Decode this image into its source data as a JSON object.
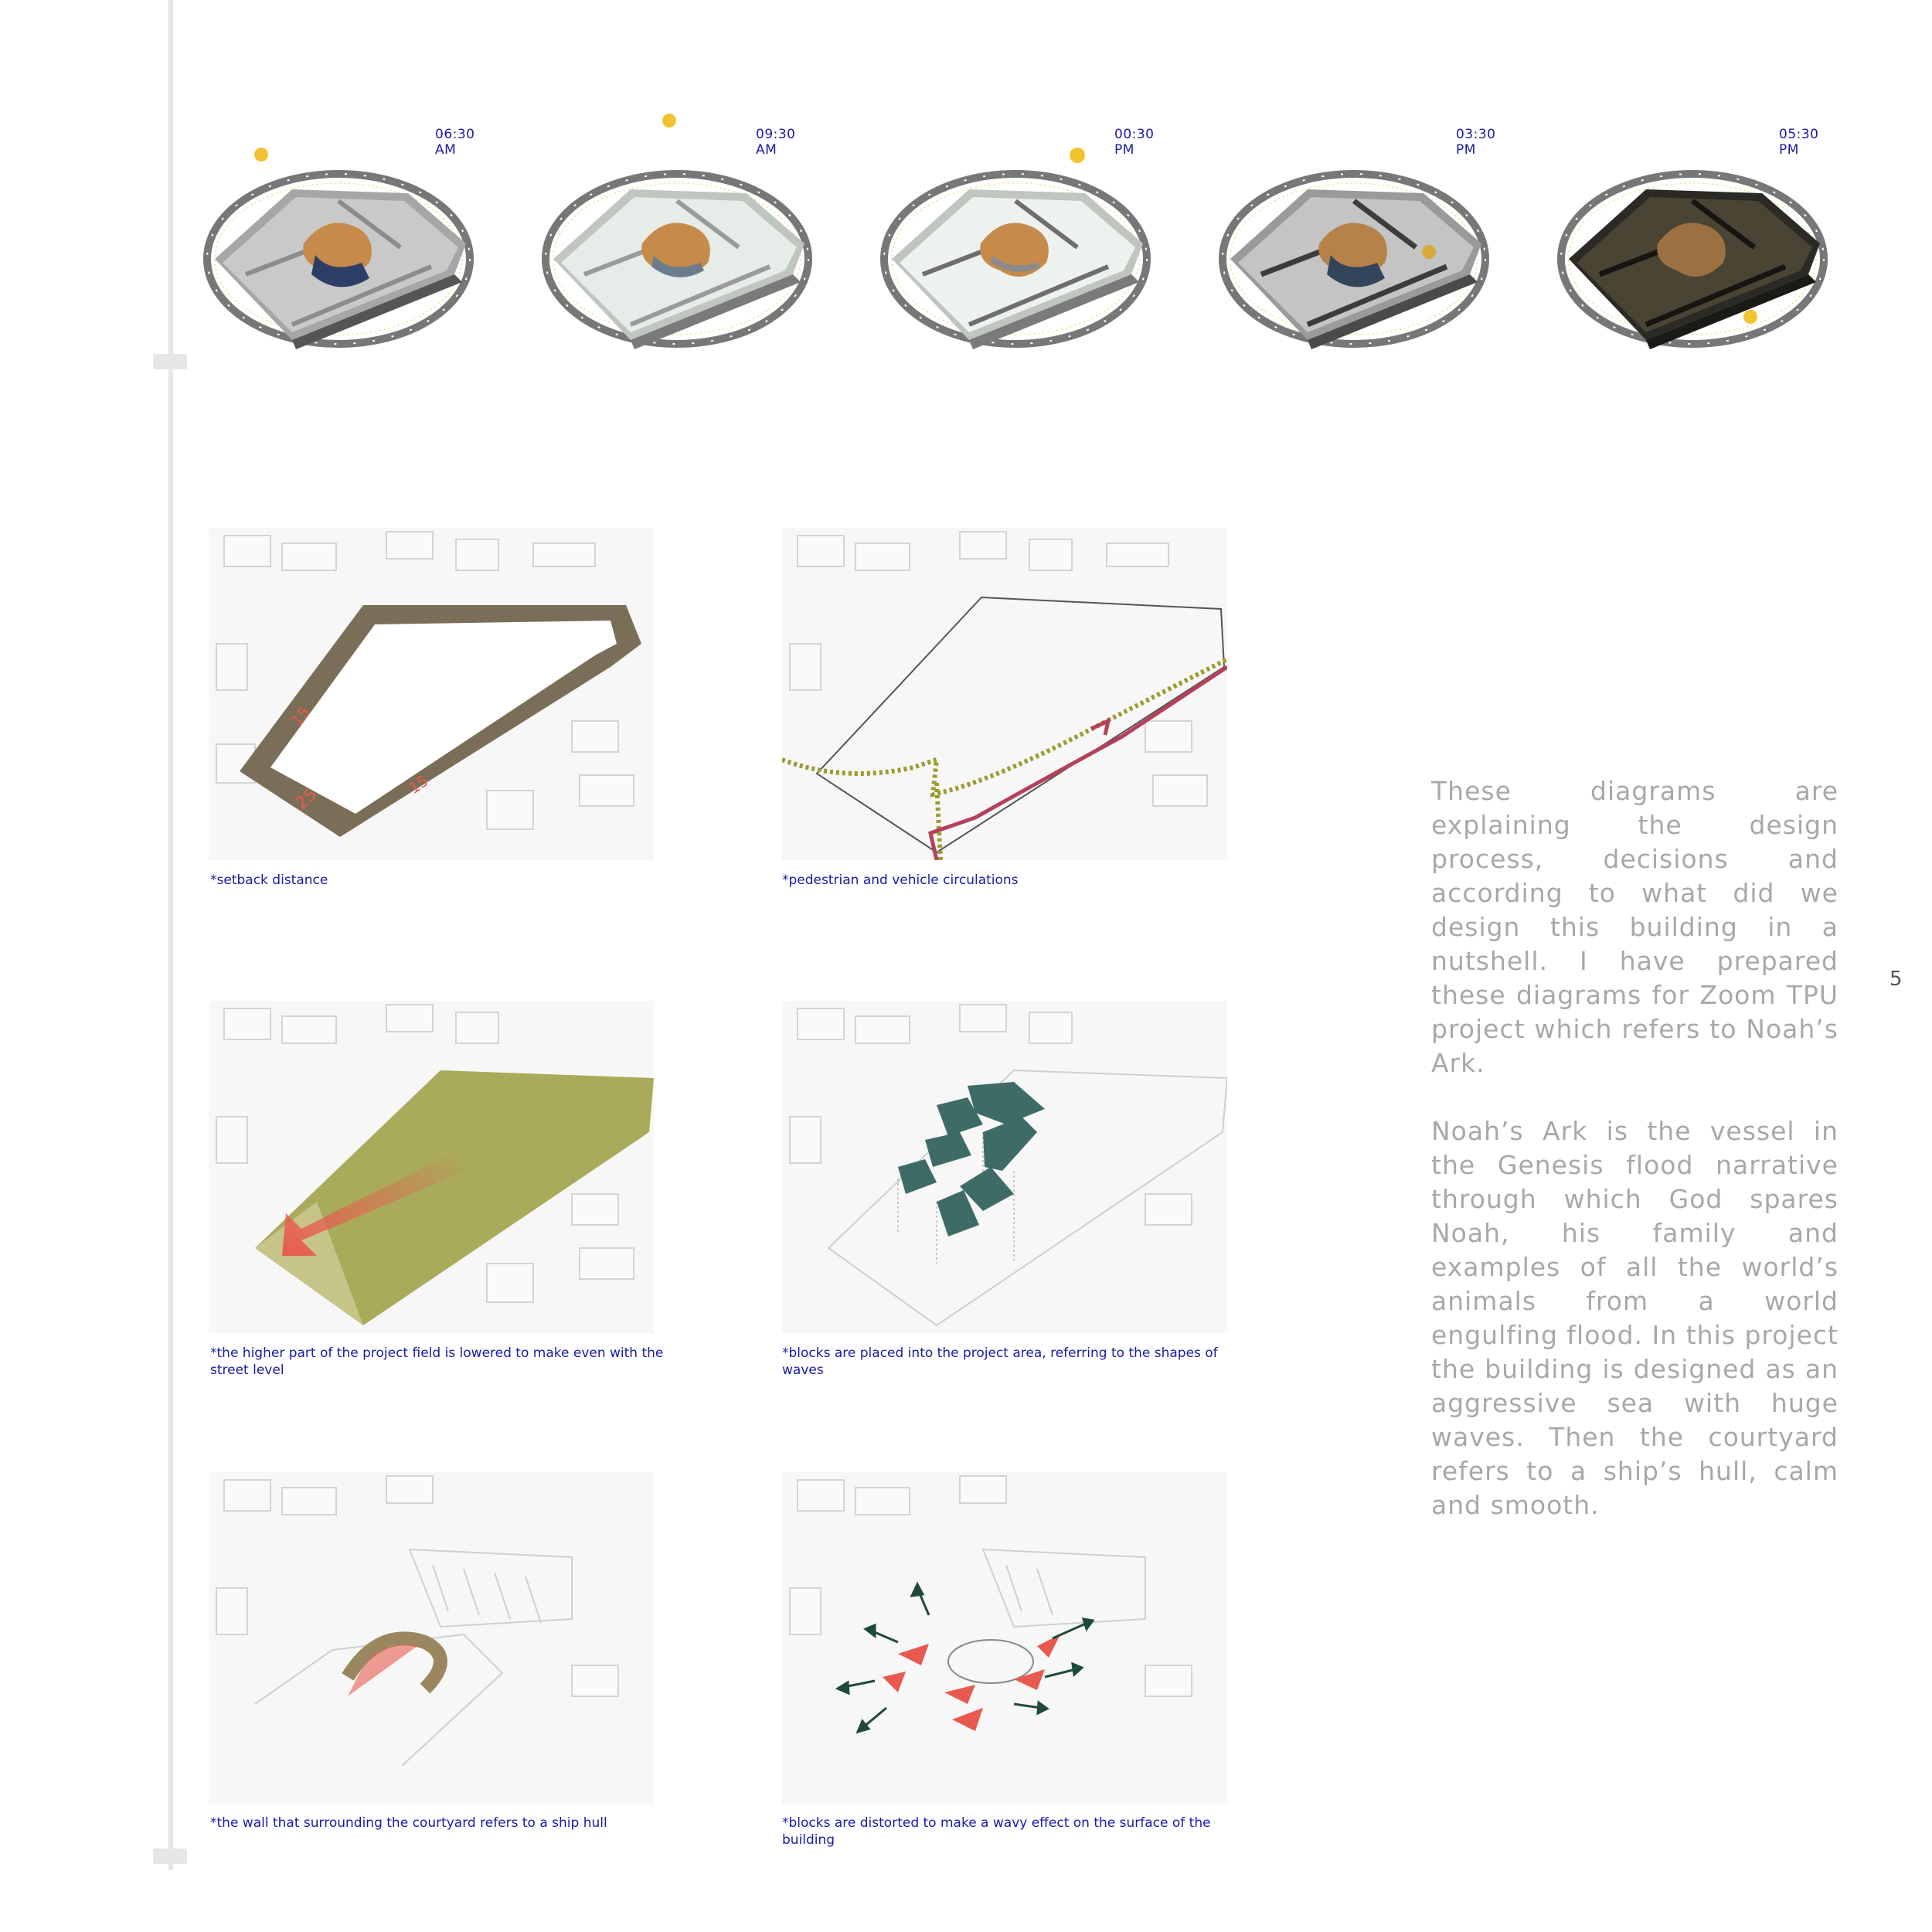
{
  "sun_study": {
    "panels": [
      {
        "time": "06:30 AM",
        "theme": "morning"
      },
      {
        "time": "09:30 AM",
        "theme": "day"
      },
      {
        "time": "00:30 PM",
        "theme": "day"
      },
      {
        "time": "03:30 PM",
        "theme": "afternoon"
      },
      {
        "time": "05:30 PM",
        "theme": "evening"
      }
    ],
    "sun_color": "#f2c230"
  },
  "diagrams": [
    {
      "caption": "*setback distance",
      "labels": [
        "15",
        "25",
        "15"
      ]
    },
    {
      "caption": "*pedestrian and vehicle circulations"
    },
    {
      "caption": "*the higher part of the project field is lowered to make even with the street level"
    },
    {
      "caption": "*blocks are placed into the project area, referring to the shapes of waves"
    },
    {
      "caption": "*the wall that surrounding the courtyard refers to a ship hull"
    },
    {
      "caption": "*blocks are distorted to make a wavy effect on the surface of the building"
    }
  ],
  "description": {
    "paragraph_1": "These diagrams are explaining the design process, decisions and according to what did we design this building in a nutshell. I have prepared these diagrams for Zoom TPU project which refers to Noah’s Ark.",
    "paragraph_2": "Noah’s Ark is the vessel in the Genesis flood narrative through which God spares Noah, his family and examples of all the world’s animals from a world engulfing flood. In this project the building is designed as an aggressive sea with huge waves. Then the courtyard refers to a ship’s hull, calm and smooth."
  },
  "page_number": "5",
  "colors": {
    "caption_blue": "#1a1aa6",
    "setback_brown": "#7a6e58",
    "terrain_olive": "#a9aa5a",
    "block_teal": "#3e6b66",
    "accent_red": "#e85a4f",
    "arrow_green": "#1f4a3a",
    "pedestrian_dots": "#9b9b2e",
    "vehicle_line": "#b5405a"
  }
}
